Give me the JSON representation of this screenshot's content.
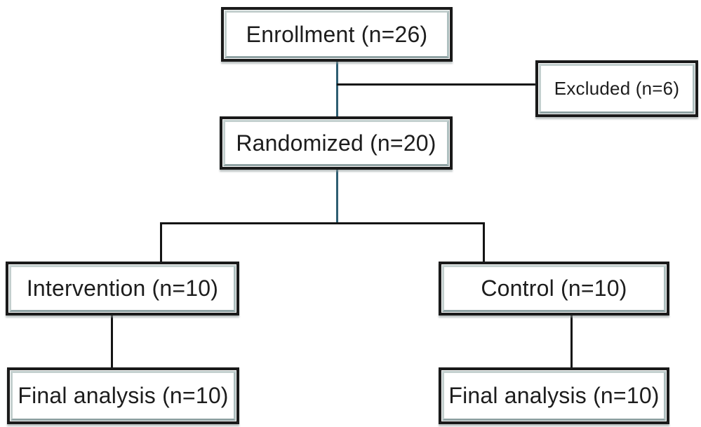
{
  "diagram": {
    "type": "flowchart",
    "nodes": [
      {
        "id": "enrollment",
        "label": "Enrollment (n=26)"
      },
      {
        "id": "excluded",
        "label": "Excluded (n=6)"
      },
      {
        "id": "randomized",
        "label": "Randomized (n=20)"
      },
      {
        "id": "intervention",
        "label": "Intervention (n=10)"
      },
      {
        "id": "control",
        "label": "Control (n=10)"
      },
      {
        "id": "final_analysis_left",
        "label": "Final analysis (n=10)"
      },
      {
        "id": "final_analysis_right",
        "label": "Final analysis (n=10)"
      }
    ],
    "edges": [
      {
        "from": "enrollment",
        "to": "randomized"
      },
      {
        "from": "enrollment",
        "to": "excluded"
      },
      {
        "from": "randomized",
        "to": "intervention"
      },
      {
        "from": "randomized",
        "to": "control"
      },
      {
        "from": "intervention",
        "to": "final_analysis_left"
      },
      {
        "from": "control",
        "to": "final_analysis_right"
      }
    ],
    "colors": {
      "primary_connector": "#2e5e72",
      "secondary_connector": "#141414",
      "box_border": "#1a1a1a",
      "box_bevel": "#c3cfce",
      "box_bevel_shadow": "#8fa2a3",
      "text": "#1d1d1d",
      "background": "#ffffff"
    }
  }
}
